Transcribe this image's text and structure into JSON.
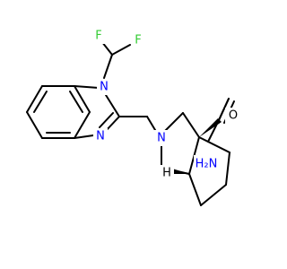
{
  "molecule": {
    "colors": {
      "bond": "#000000",
      "N": "#0000ff",
      "F": "#33cc33",
      "text": "#000000"
    },
    "labels": {
      "F1": "F",
      "F2": "F",
      "N_benzimidazole_top": "N",
      "N_benzimidazole_bottom": "N",
      "N_bicyclic": "N",
      "amide_H2N": "H₂N",
      "amide_O": "O",
      "stereo_H": "H"
    }
  }
}
